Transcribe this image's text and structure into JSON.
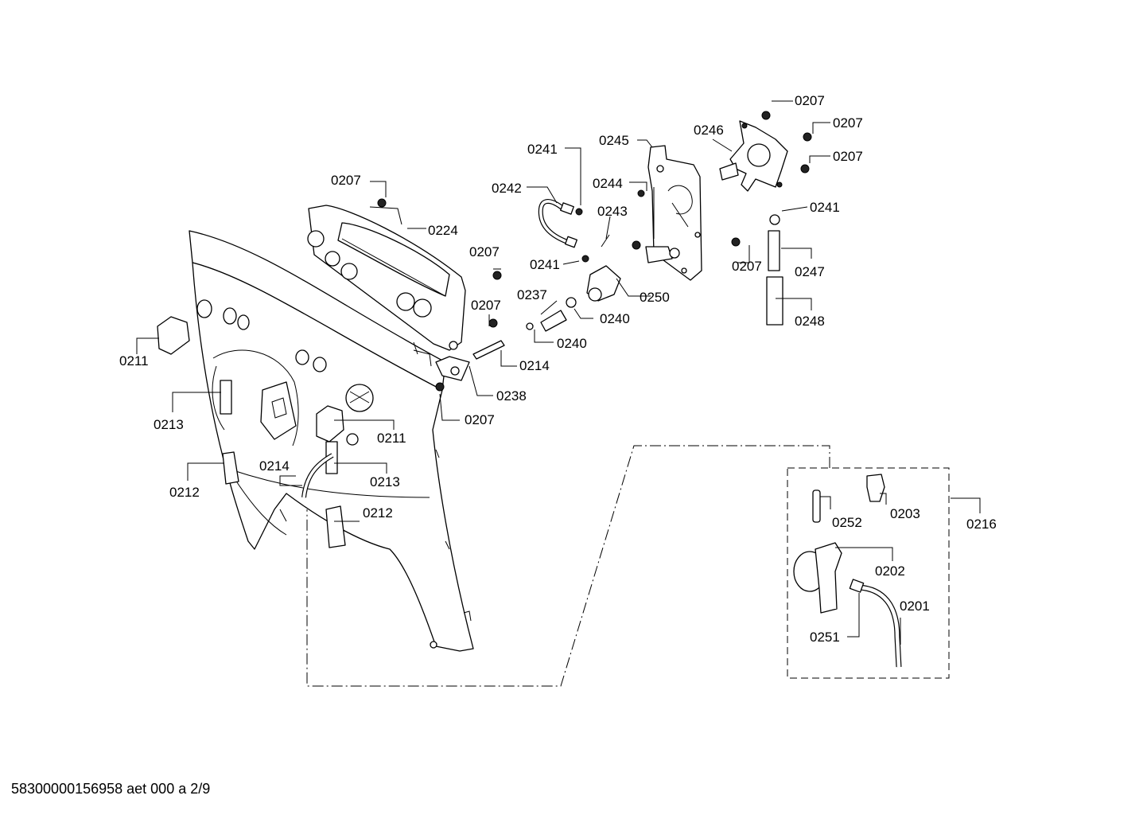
{
  "diagram": {
    "callouts": {
      "c0207_top": "0207",
      "c0207_mid": "0207",
      "c0207_right3": "0207",
      "c0246": "0246",
      "c0241_top": "0241",
      "c0245": "0245",
      "c0244": "0244",
      "c0242": "0242",
      "c0243": "0243",
      "c0241_right": "0241",
      "c0241_left": "0241",
      "c0207_plate": "0207",
      "c0247": "0247",
      "c0250": "0250",
      "c0237": "0237",
      "c0240_a": "0240",
      "c0240_b": "0240",
      "c0248": "0248",
      "c0207_left": "0207",
      "c0224": "0224",
      "c0207_a": "0207",
      "c0207_b": "0207",
      "c0214_top": "0214",
      "c0238": "0238",
      "c0207_bracket": "0207",
      "c0211_left": "0211",
      "c0213_left": "0213",
      "c0211_mid": "0211",
      "c0212_left": "0212",
      "c0214_mid": "0214",
      "c0213_mid": "0213",
      "c0212_mid": "0212",
      "c0252": "0252",
      "c0203": "0203",
      "c0216": "0216",
      "c0202": "0202",
      "c0201": "0201",
      "c0251": "0251"
    }
  },
  "footer": {
    "drawing_id": "58300000156958 aet 000 a 2/9"
  }
}
